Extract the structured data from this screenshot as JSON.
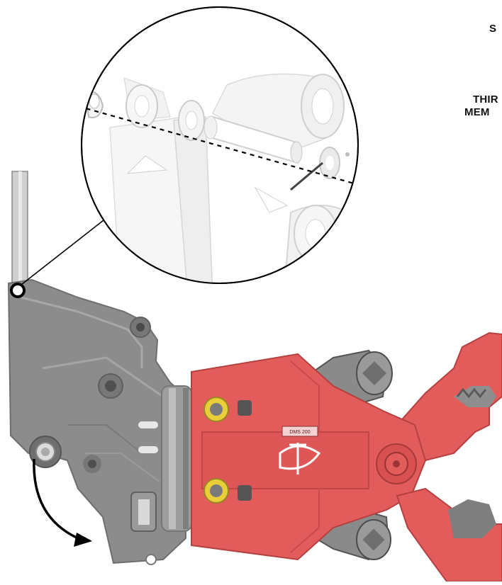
{
  "labels": {
    "top": "S",
    "middle_line1": "THIR",
    "middle_line2": "MEM"
  },
  "colors": {
    "boom": "#8f8f8f",
    "bracket": "#8c8c8c",
    "jaw_body": "#e35c5c",
    "jaw_dark": "#c94a4a",
    "cylinder": "#8a8a8a",
    "pin_yellow": "#e8cf3a",
    "detail_parts": "#eeeeee",
    "outline": "#111111"
  },
  "icons": {
    "rotate_arrow": "curved-arrow-icon",
    "brand_logo": "brand-logo-icon"
  },
  "nameplate": "DMS 200"
}
